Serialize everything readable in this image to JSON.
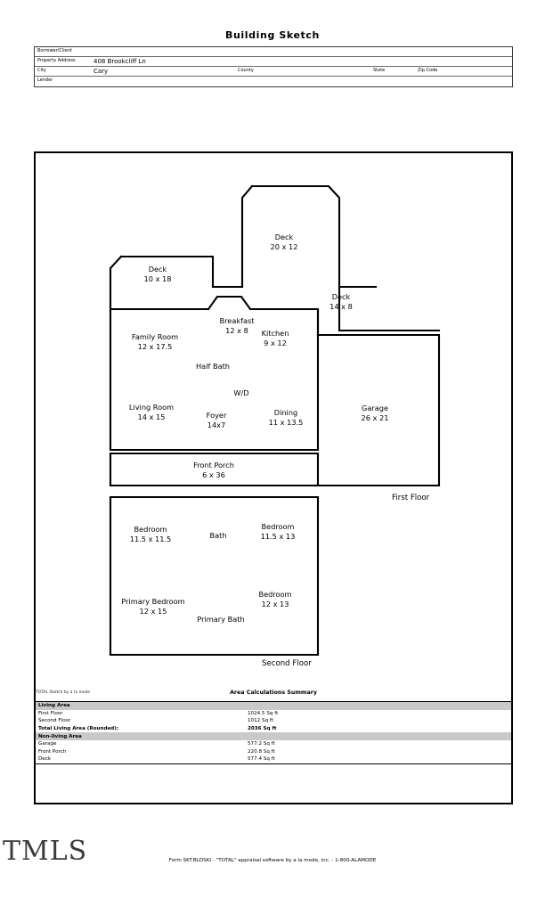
{
  "document": {
    "title": "Building Sketch"
  },
  "header": {
    "rows": [
      {
        "label": "Borrower/Client",
        "value": ""
      },
      {
        "label": "Property Address",
        "value": "408 Brookcliff Ln"
      },
      {
        "label": "City",
        "value": "Cary"
      },
      {
        "label": "Lender",
        "value": ""
      }
    ],
    "county_label": "County",
    "county_value": "",
    "state_label": "State",
    "state_value": "",
    "zip_label": "Zip Code",
    "zip_value": ""
  },
  "sketch": {
    "first_floor_label": "First Floor",
    "second_floor_label": "Second Floor",
    "rooms": [
      {
        "name": "Deck",
        "dims": "20 x 12"
      },
      {
        "name": "Deck",
        "dims": "10 x 18"
      },
      {
        "name": "Deck",
        "dims": "14 x 8"
      },
      {
        "name": "Breakfast",
        "dims": "12 x 8"
      },
      {
        "name": "Kitchen",
        "dims": "9 x 12"
      },
      {
        "name": "Family Room",
        "dims": "12 x 17.5"
      },
      {
        "name": "Half Bath",
        "dims": ""
      },
      {
        "name": "W/D",
        "dims": ""
      },
      {
        "name": "Living Room",
        "dims": "14 x 15"
      },
      {
        "name": "Foyer",
        "dims": "14x7"
      },
      {
        "name": "Dining",
        "dims": "11 x 13.5"
      },
      {
        "name": "Garage",
        "dims": "26 x 21"
      },
      {
        "name": "Front Porch",
        "dims": "6 x 36"
      },
      {
        "name": "Bedroom",
        "dims": "11.5 x 11.5"
      },
      {
        "name": "Bath",
        "dims": ""
      },
      {
        "name": "Bedroom",
        "dims": "11.5 x 13"
      },
      {
        "name": "Primary Bedroom",
        "dims": "12 x 15"
      },
      {
        "name": "Bedroom",
        "dims": "12 x 13"
      },
      {
        "name": "Primary Bath",
        "dims": ""
      }
    ]
  },
  "area_calculations": {
    "credit": "TOTAL Sketch by a la mode",
    "title": "Area Calculations Summary",
    "rows": [
      {
        "name": "Living Area",
        "value": "",
        "kind": "section"
      },
      {
        "name": "First Floor",
        "value": "1024.5 Sq ft",
        "kind": "item"
      },
      {
        "name": "Second Floor",
        "value": "1012 Sq ft",
        "kind": "item"
      },
      {
        "name": "Total Living Area (Rounded):",
        "value": "2036 Sq ft",
        "kind": "total"
      },
      {
        "name": "Non-living Area",
        "value": "",
        "kind": "section"
      },
      {
        "name": "Garage",
        "value": "577.2 Sq ft",
        "kind": "item"
      },
      {
        "name": "Front Porch",
        "value": "220.8 Sq ft",
        "kind": "item"
      },
      {
        "name": "Deck",
        "value": "577.4 Sq ft",
        "kind": "item"
      }
    ]
  },
  "footer": {
    "logo": "TMLS",
    "form_text": "Form SKT.BLDSKI - \"TOTAL\" appraisal software by a la mode, inc. - 1-800-ALAMODE"
  }
}
